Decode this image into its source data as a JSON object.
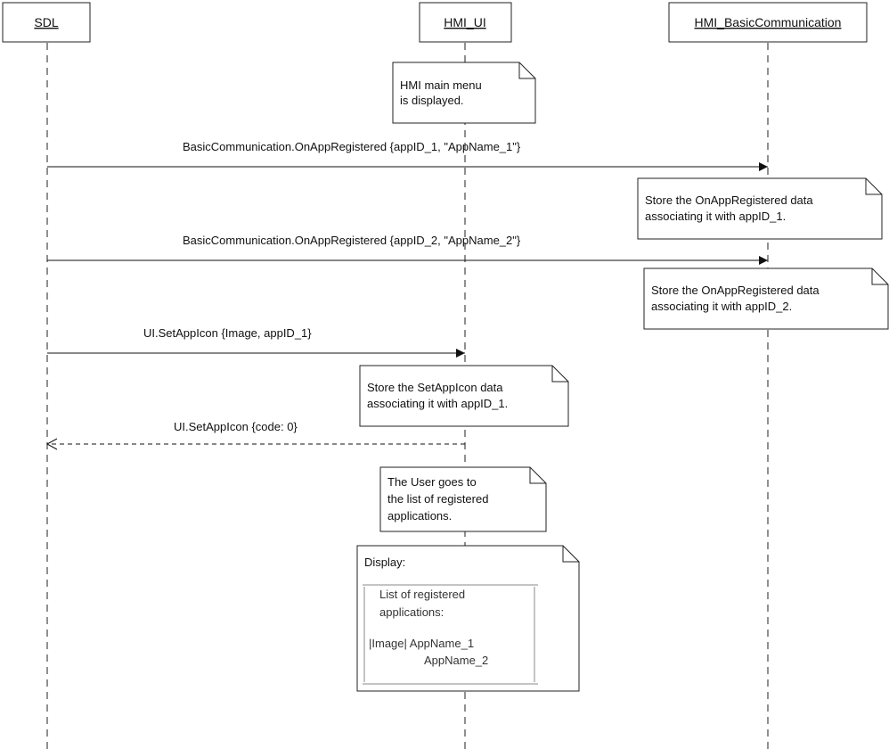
{
  "participants": [
    {
      "id": "sdl",
      "label": "SDL"
    },
    {
      "id": "hmi_ui",
      "label": "HMI_UI"
    },
    {
      "id": "hmi_bc",
      "label": "HMI_BasicCommunication"
    }
  ],
  "notes": [
    {
      "id": "note-main-menu",
      "lines": [
        "HMI main menu",
        "is displayed."
      ]
    },
    {
      "id": "note-store-app1",
      "lines": [
        "Store the OnAppRegistered data",
        "associating it with appID_1."
      ]
    },
    {
      "id": "note-store-app2",
      "lines": [
        "Store the OnAppRegistered data",
        "associating it with appID_2."
      ]
    },
    {
      "id": "note-store-icon",
      "lines": [
        "Store the SetAppIcon data",
        "associating it with appID_1."
      ]
    },
    {
      "id": "note-user-list",
      "lines": [
        "The User goes to",
        "the list of registered",
        "applications."
      ]
    },
    {
      "id": "note-display",
      "lines": [
        "Display:"
      ]
    }
  ],
  "messages": [
    {
      "id": "msg-onappregistered-1",
      "label": "BasicCommunication.OnAppRegistered {appID_1, \"AppName_1\"}",
      "from": "SDL",
      "to": "HMI_BasicCommunication",
      "style": "solid"
    },
    {
      "id": "msg-onappregistered-2",
      "label": "BasicCommunication.OnAppRegistered {appID_2, \"AppName_2\"}",
      "from": "SDL",
      "to": "HMI_BasicCommunication",
      "style": "solid"
    },
    {
      "id": "msg-setappicon-request",
      "label": "UI.SetAppIcon {Image, appID_1}",
      "from": "SDL",
      "to": "HMI_UI",
      "style": "solid"
    },
    {
      "id": "msg-setappicon-response",
      "label": "UI.SetAppIcon {code: 0}",
      "from": "HMI_UI",
      "to": "SDL",
      "style": "dashed"
    }
  ],
  "display_mockup": {
    "lines": [
      "List of registered",
      "applications:",
      "|Image| AppName_1",
      "AppName_2"
    ]
  },
  "colors": {
    "line": "#222222",
    "background": "#ffffff",
    "frame": "#8a8a8a"
  }
}
